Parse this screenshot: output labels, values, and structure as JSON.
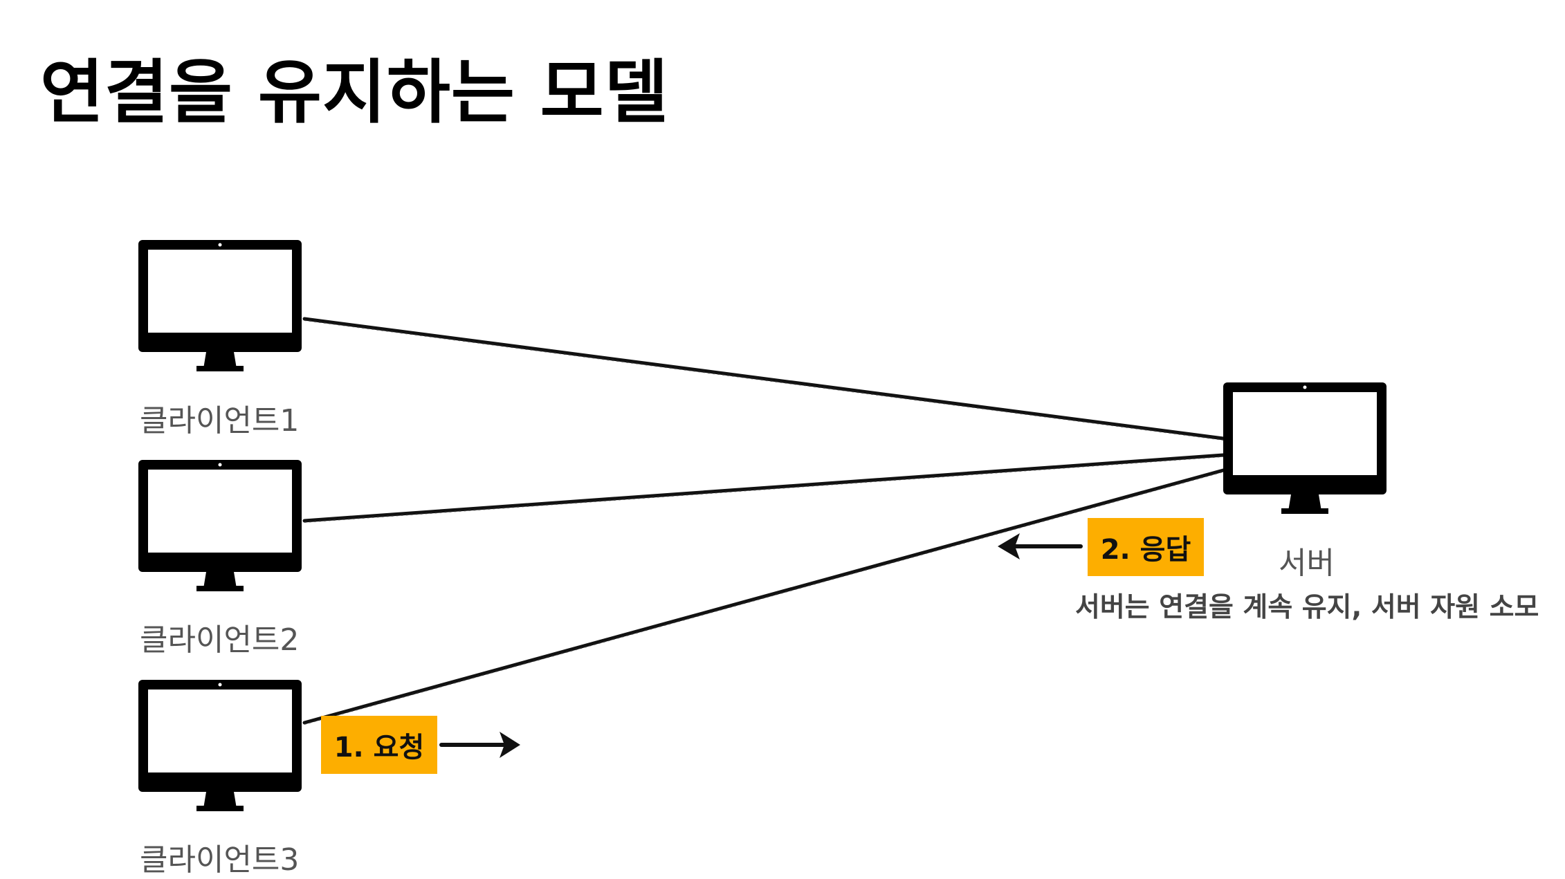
{
  "title": "연결을 유지하는 모델",
  "clients": [
    {
      "label": "클라이언트1"
    },
    {
      "label": "클라이언트2"
    },
    {
      "label": "클라이언트3"
    }
  ],
  "server": {
    "label": "서버"
  },
  "badges": {
    "request": "1. 요청",
    "response": "2. 응답"
  },
  "note": "서버는 연결을 계속 유지, 서버 자원 소모",
  "colors": {
    "badge": "#FDAE00",
    "line": "#111111",
    "label": "#555555"
  }
}
